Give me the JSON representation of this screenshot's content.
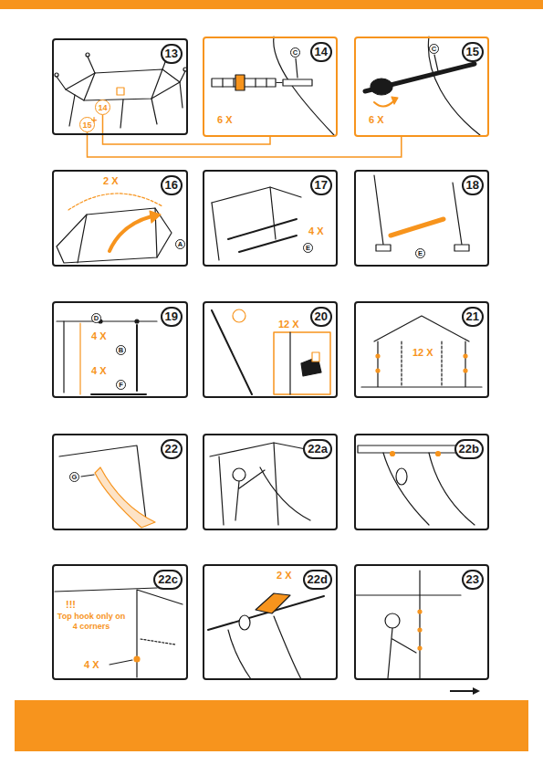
{
  "diagram": {
    "nodes": [
      {
        "text": [
          "13"
        ]
      },
      {
        "text": [
          "14"
        ],
        "in": 0
      },
      {
        "text": [
          "15"
        ],
        "in": 0
      },
      {
        "text": [
          "14"
        ]
      },
      {
        "text": [
          "15"
        ]
      },
      {
        "text": [
          "16"
        ]
      },
      {
        "text": [
          "17"
        ]
      },
      {
        "text": [
          "18"
        ]
      },
      {
        "text": [
          "19"
        ]
      },
      {
        "text": [
          "20"
        ]
      },
      {
        "text": [
          "21"
        ]
      },
      {
        "text": [
          "22"
        ]
      },
      {
        "text": [
          "22a"
        ]
      },
      {
        "text": [
          "22b"
        ]
      },
      {
        "text": [
          "22c"
        ]
      },
      {
        "text": [
          "22d"
        ]
      },
      {
        "text": [
          "23"
        ]
      }
    ],
    "edges": [
      {
        "from": 1,
        "to": 3,
        "arrow": "none"
      },
      {
        "from": 2,
        "to": 4,
        "arrow": "none"
      }
    ],
    "labels": [
      "+",
      "C",
      "6 X",
      "C",
      "6 X",
      "2 X",
      "A",
      "4 X",
      "E",
      "E",
      "D",
      "4 X",
      "B",
      "4 X",
      "F",
      "12 X",
      "12 X",
      "G",
      "!!!",
      "Top hook only on 4 corners",
      "4 X",
      "2 X"
    ]
  }
}
